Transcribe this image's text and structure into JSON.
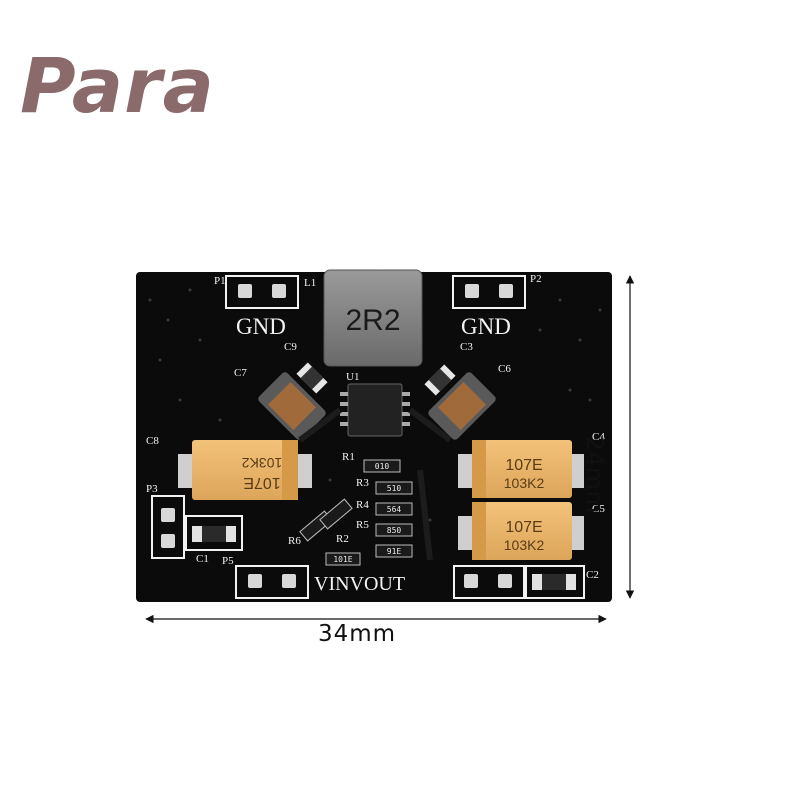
{
  "brand": {
    "logo_text": "Para"
  },
  "dimensions": {
    "width_label": "34mm",
    "height_label": "24mm"
  },
  "board": {
    "silkscreen": {
      "gnd_left": "GND",
      "gnd_right": "GND",
      "vin_vout": "VINVOUT",
      "p1": "P1",
      "l1": "L1",
      "p2": "P2",
      "p3": "P3",
      "p5": "P5",
      "c1": "C1",
      "c2": "C2",
      "c3": "C3",
      "c4": "C4",
      "c5": "C5",
      "c6": "C6",
      "c7": "C7",
      "c8": "C8",
      "c9": "C9",
      "u1": "U1",
      "r1": "R1",
      "r2": "R2",
      "r3": "R3",
      "r4": "R4",
      "r5": "R5",
      "r6": "R6"
    },
    "inductor_marking": "2R2",
    "cap_marking_top": "107E",
    "cap_marking_bottom": "103K2",
    "resistor_codes": [
      "010",
      "510",
      "564",
      "850",
      "91E",
      "101E"
    ]
  },
  "colors": {
    "logo": "#8a6a6a",
    "pcb": "#0b0b0b",
    "silkscreen": "#f2f2f2",
    "tantalum_cap": "#eab466",
    "inductor": "#7c7c7c",
    "ceramic_cap": "#a06a3a"
  }
}
